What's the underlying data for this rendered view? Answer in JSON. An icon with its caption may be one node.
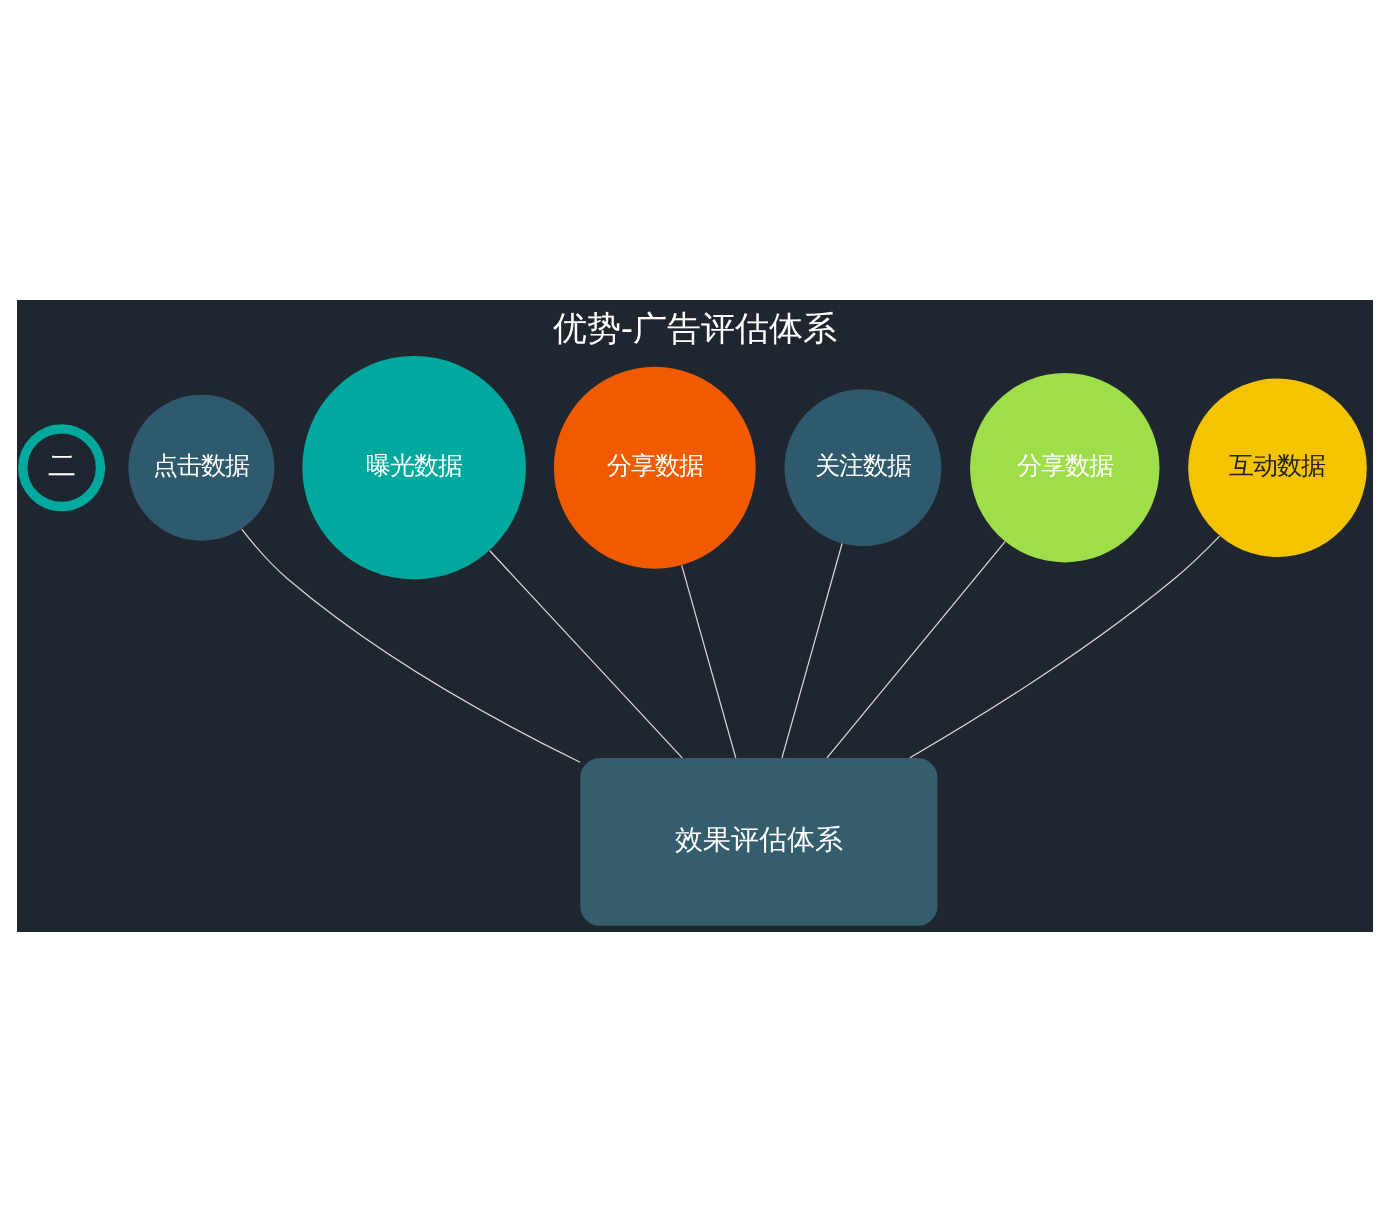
{
  "diagram": {
    "title": "优势-广告评估体系",
    "nodes": [
      {
        "text": [
          "二"
        ]
      },
      {
        "text": [
          "点击数据"
        ]
      },
      {
        "text": [
          "曝光数据"
        ]
      },
      {
        "text": [
          "分享数据"
        ]
      },
      {
        "text": [
          "关注数据"
        ]
      },
      {
        "text": [
          "分享数据"
        ]
      },
      {
        "text": [
          "互动数据"
        ]
      },
      {
        "text": [
          "效果评估体系"
        ]
      }
    ],
    "edges": [
      {
        "from": 6,
        "to": 7,
        "arrow": "none"
      },
      {
        "from": 1,
        "to": 7,
        "arrow": "none"
      },
      {
        "from": 2,
        "to": 7,
        "arrow": "none"
      },
      {
        "from": 3,
        "to": 7,
        "arrow": "none"
      },
      {
        "from": 4,
        "to": 7,
        "arrow": "none"
      },
      {
        "from": 5,
        "to": 7,
        "arrow": "none"
      }
    ]
  }
}
